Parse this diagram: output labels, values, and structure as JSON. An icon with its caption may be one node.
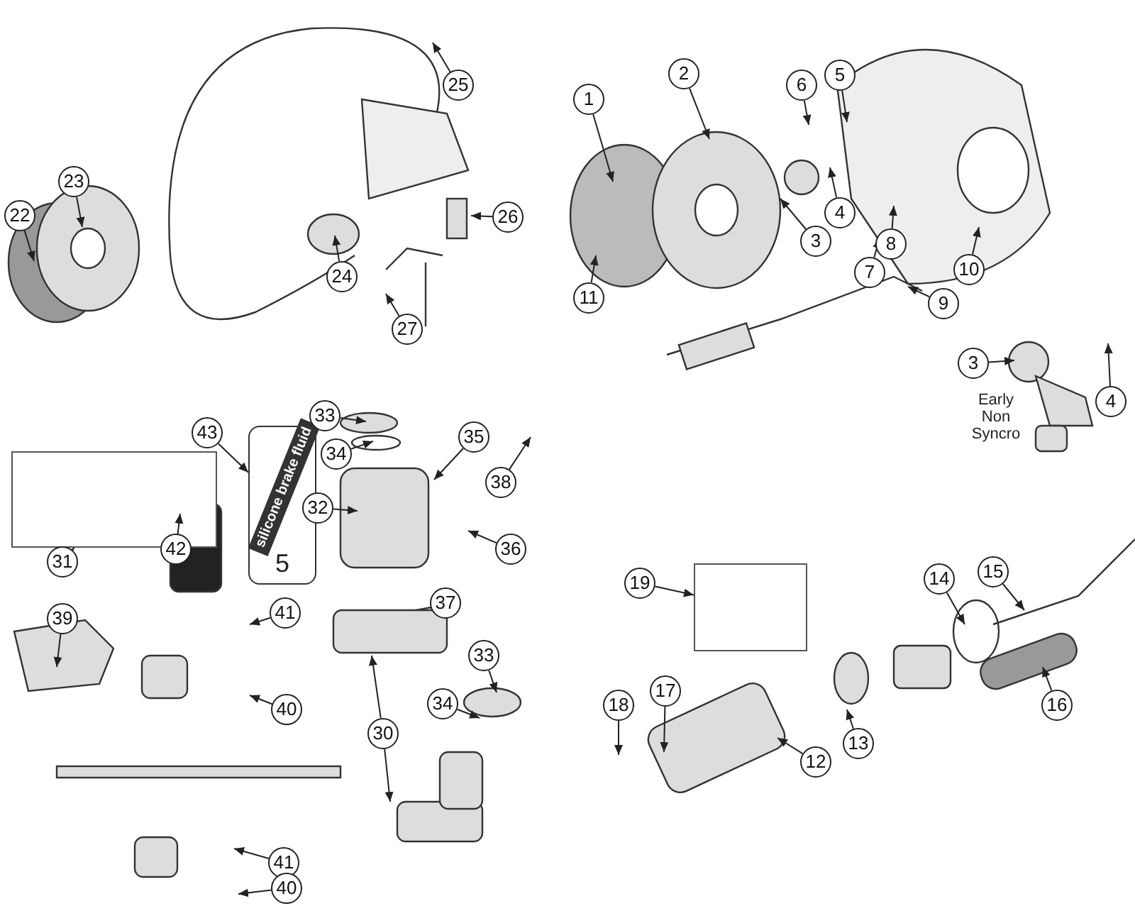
{
  "diagram": {
    "nodes": [
      {
        "text": [
          "25"
        ]
      },
      {
        "text": [
          "1"
        ]
      },
      {
        "text": [
          "2"
        ]
      },
      {
        "text": [
          "6"
        ]
      },
      {
        "text": [
          "5"
        ]
      },
      {
        "text": [
          "23"
        ]
      },
      {
        "text": [
          "22"
        ]
      },
      {
        "text": [
          "26"
        ]
      },
      {
        "text": [
          "3"
        ]
      },
      {
        "text": [
          "4"
        ]
      },
      {
        "text": [
          "7"
        ]
      },
      {
        "text": [
          "8"
        ]
      },
      {
        "text": [
          "24"
        ]
      },
      {
        "text": [
          "10"
        ]
      },
      {
        "text": [
          "11"
        ]
      },
      {
        "text": [
          "9"
        ]
      },
      {
        "text": [
          "27"
        ]
      },
      {
        "text": [
          "3"
        ]
      },
      {
        "text": [
          "4"
        ]
      },
      {
        "text": [
          "33"
        ]
      },
      {
        "text": [
          "43"
        ]
      },
      {
        "text": [
          "35"
        ]
      },
      {
        "text": [
          "34"
        ]
      },
      {
        "text": [
          "32"
        ]
      },
      {
        "text": [
          "38"
        ]
      },
      {
        "text": [],
        "shape": "box"
      },
      {
        "text": [
          "31"
        ]
      },
      {
        "text": [
          "42"
        ]
      },
      {
        "text": [
          "36"
        ]
      },
      {
        "text": [
          "39"
        ]
      },
      {
        "text": [
          "41"
        ]
      },
      {
        "text": [
          "40"
        ]
      },
      {
        "text": [
          "33"
        ]
      },
      {
        "text": [
          "34"
        ]
      },
      {
        "text": [
          "30"
        ]
      },
      {
        "text": [
          "19"
        ]
      },
      {
        "text": [],
        "shape": "box"
      },
      {
        "text": [
          "14"
        ]
      },
      {
        "text": [
          "15"
        ]
      },
      {
        "text": [
          "18"
        ]
      },
      {
        "text": [
          "17"
        ]
      },
      {
        "text": [
          "16"
        ]
      },
      {
        "text": [
          "13"
        ]
      },
      {
        "text": [
          "12"
        ]
      },
      {
        "text": [
          "41"
        ]
      },
      {
        "text": [
          "40"
        ]
      },
      {
        "text": [
          "37"
        ]
      },
      {
        "text": [
          "silicone brake fluid",
          "5"
        ]
      }
    ],
    "edges": [
      {
        "from": 0,
        "to": null,
        "arrow": "to"
      },
      {
        "from": 1,
        "to": null,
        "arrow": "to"
      },
      {
        "from": 2,
        "to": null,
        "arrow": "to"
      },
      {
        "from": 3,
        "to": null,
        "arrow": "to"
      },
      {
        "from": 4,
        "to": null,
        "arrow": "to"
      },
      {
        "from": 5,
        "to": null,
        "arrow": "to"
      },
      {
        "from": 6,
        "to": null,
        "arrow": "to"
      },
      {
        "from": 7,
        "to": null,
        "arrow": "to"
      },
      {
        "from": 8,
        "to": null,
        "arrow": "to"
      },
      {
        "from": 9,
        "to": null,
        "arrow": "to"
      },
      {
        "from": 10,
        "to": null,
        "arrow": "to"
      },
      {
        "from": 11,
        "to": null,
        "arrow": "to"
      },
      {
        "from": 12,
        "to": null,
        "arrow": "to"
      },
      {
        "from": 13,
        "to": null,
        "arrow": "to"
      },
      {
        "from": 14,
        "to": null,
        "arrow": "to"
      },
      {
        "from": 15,
        "to": null,
        "arrow": "to"
      },
      {
        "from": 16,
        "to": null,
        "arrow": "to"
      },
      {
        "from": 17,
        "to": null,
        "arrow": "to"
      },
      {
        "from": 18,
        "to": null,
        "arrow": "to"
      },
      {
        "from": 19,
        "to": null,
        "arrow": "to"
      },
      {
        "from": 20,
        "to": 47,
        "arrow": "to"
      },
      {
        "from": 21,
        "to": null,
        "arrow": "to"
      },
      {
        "from": 22,
        "to": null,
        "arrow": "to"
      },
      {
        "from": 23,
        "to": null,
        "arrow": "to"
      },
      {
        "from": 24,
        "to": null,
        "arrow": "to"
      },
      {
        "from": 26,
        "to": 25,
        "arrow": "to"
      },
      {
        "from": 27,
        "to": null,
        "arrow": "to"
      },
      {
        "from": 28,
        "to": null,
        "arrow": "to"
      },
      {
        "from": 29,
        "to": null,
        "arrow": "to"
      },
      {
        "from": 30,
        "to": null,
        "arrow": "to"
      },
      {
        "from": 31,
        "to": null,
        "arrow": "to"
      },
      {
        "from": 32,
        "to": null,
        "arrow": "to"
      },
      {
        "from": 33,
        "to": null,
        "arrow": "to"
      },
      {
        "from": 34,
        "to": null,
        "arrow": "to"
      },
      {
        "from": 34,
        "to": null,
        "arrow": "to"
      },
      {
        "from": 35,
        "to": 36,
        "arrow": "to"
      },
      {
        "from": 37,
        "to": null,
        "arrow": "to"
      },
      {
        "from": 38,
        "to": null,
        "arrow": "to"
      },
      {
        "from": 39,
        "to": null,
        "arrow": "to"
      },
      {
        "from": 40,
        "to": null,
        "arrow": "to"
      },
      {
        "from": 41,
        "to": null,
        "arrow": "to"
      },
      {
        "from": 42,
        "to": null,
        "arrow": "to"
      },
      {
        "from": 43,
        "to": null,
        "arrow": "to"
      },
      {
        "from": 44,
        "to": null,
        "arrow": "to"
      },
      {
        "from": 45,
        "to": null,
        "arrow": "to"
      }
    ],
    "labels": [
      "Early Non Syncro"
    ]
  }
}
